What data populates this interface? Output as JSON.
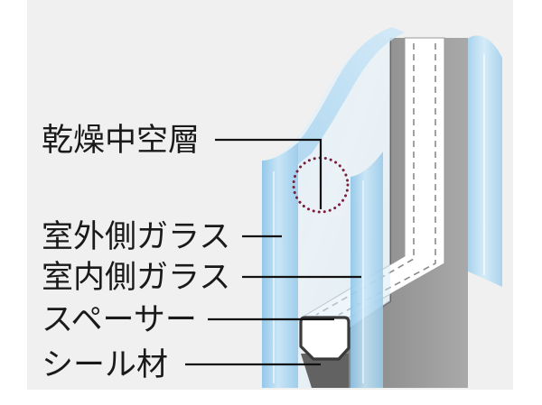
{
  "callouts": [
    {
      "label": "乾燥中空層"
    },
    {
      "label": "室外側ガラス"
    },
    {
      "label": "室内側ガラス"
    },
    {
      "label": "スペーサー"
    },
    {
      "label": "シール材"
    }
  ],
  "colors": {
    "background": "#f0f0f0",
    "glass": "#a6d2ee",
    "frame": "#8c8c8c",
    "spacer": "#ffffff",
    "sealant": "#626262",
    "marker": "#7b1e3c",
    "leader_line": "#111111",
    "label_text": "#1a1a1a"
  }
}
